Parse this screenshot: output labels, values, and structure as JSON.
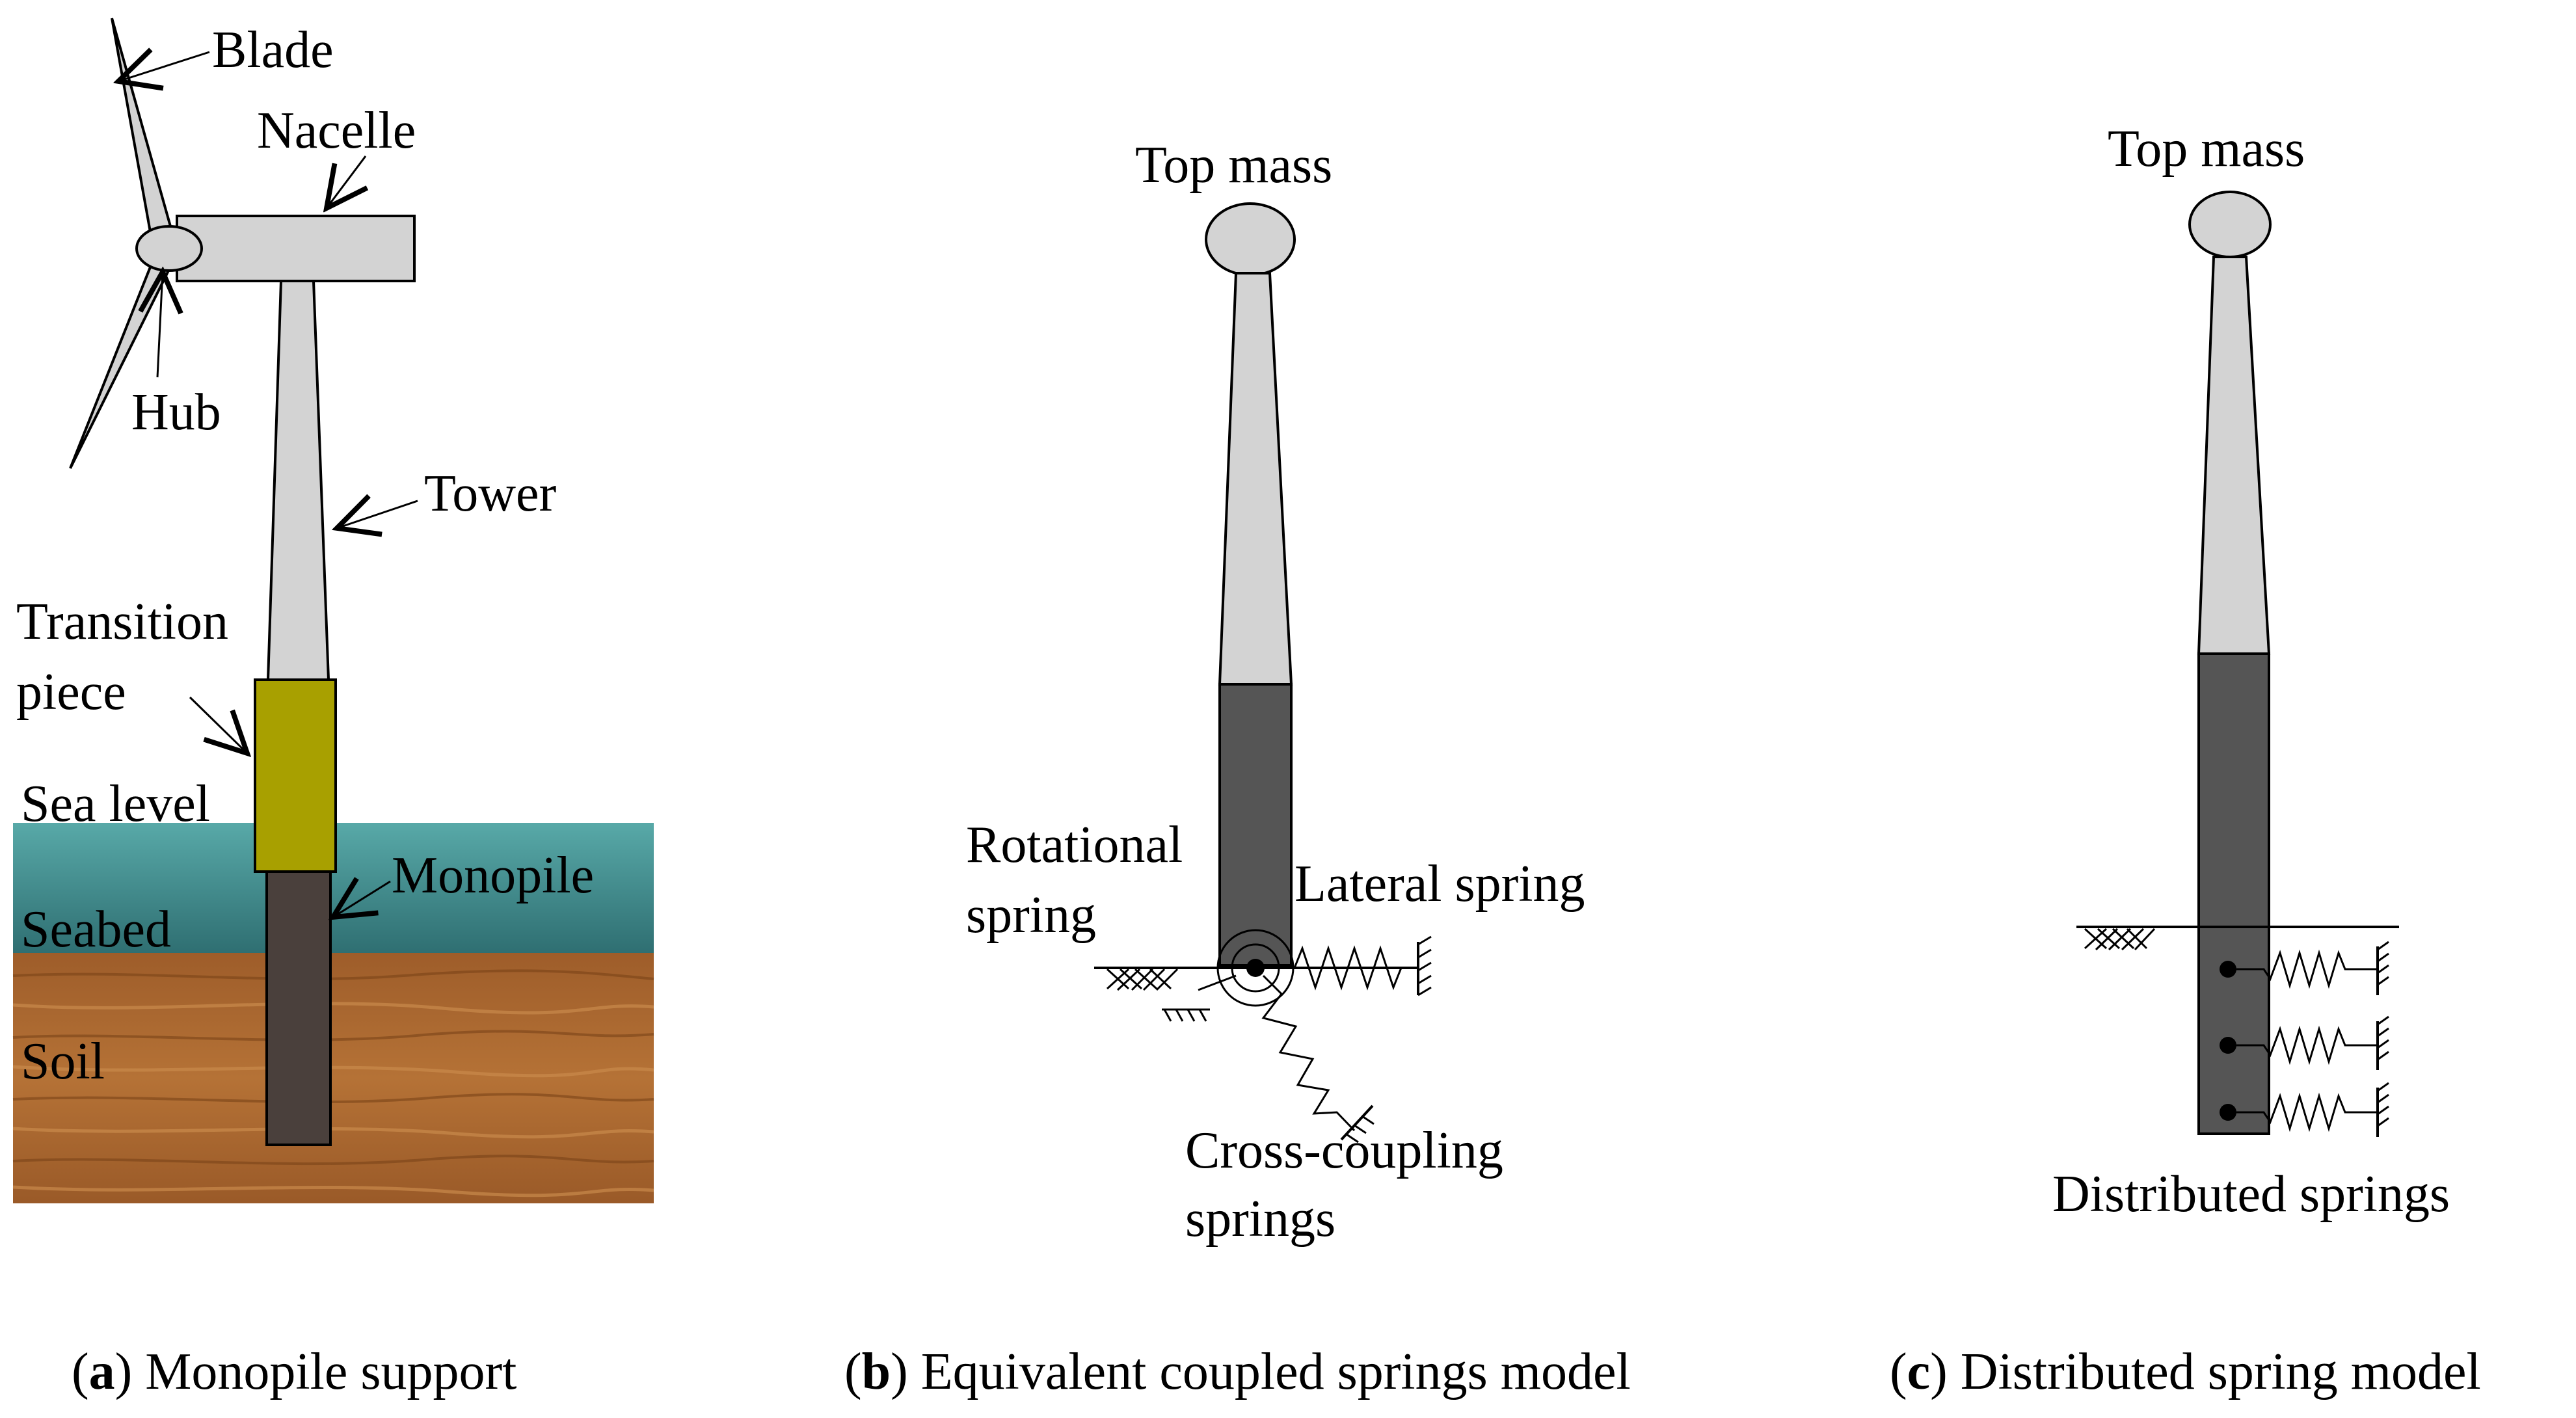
{
  "panel_a": {
    "labels": {
      "blade": "Blade",
      "nacelle": "Nacelle",
      "hub": "Hub",
      "tower": "Tower",
      "transition_line1": "Transition",
      "transition_line2": "piece",
      "sea_level": "Sea level",
      "seabed": "Seabed",
      "soil": "Soil",
      "monopile": "Monopile"
    },
    "caption_letter": "a",
    "caption_text": "Monopile support"
  },
  "panel_b": {
    "labels": {
      "top_mass": "Top mass",
      "rotational_line1": "Rotational",
      "rotational_line2": "spring",
      "lateral": "Lateral spring",
      "cross_line1": "Cross-coupling",
      "cross_line2": "springs"
    },
    "caption_letter": "b",
    "caption_text": "Equivalent coupled springs model"
  },
  "panel_c": {
    "labels": {
      "top_mass": "Top mass",
      "distributed": "Distributed springs"
    },
    "caption_letter": "c",
    "caption_text": "Distributed spring model"
  },
  "colors": {
    "tower_grey": "#d3d3d3",
    "pile_dark": "#555555",
    "monopile_dark": "#4a403c",
    "transition_yellow": "#a8a000",
    "sea_teal": "#3f8a8c",
    "soil_brown": "#a2622c"
  }
}
